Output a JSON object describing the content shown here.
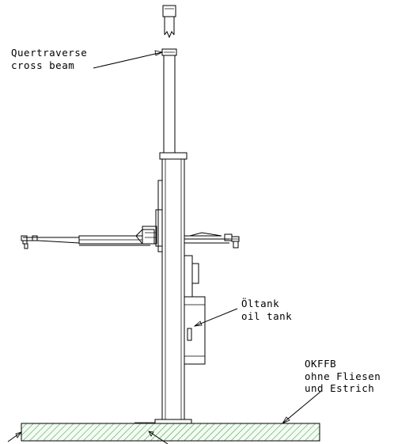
{
  "labels": {
    "crossbeam_de": "Quertraverse",
    "crossbeam_en": "cross beam",
    "oiltank_de": "Öltank",
    "oiltank_en": "oil tank",
    "floor_code": "OKFFB",
    "floor_line2": "ohne Fliesen",
    "floor_line3": "und Estrich"
  },
  "colors": {
    "line": "#000000",
    "hatch": "#3a9a3a",
    "hatch_bg": "#f4fbf4"
  }
}
